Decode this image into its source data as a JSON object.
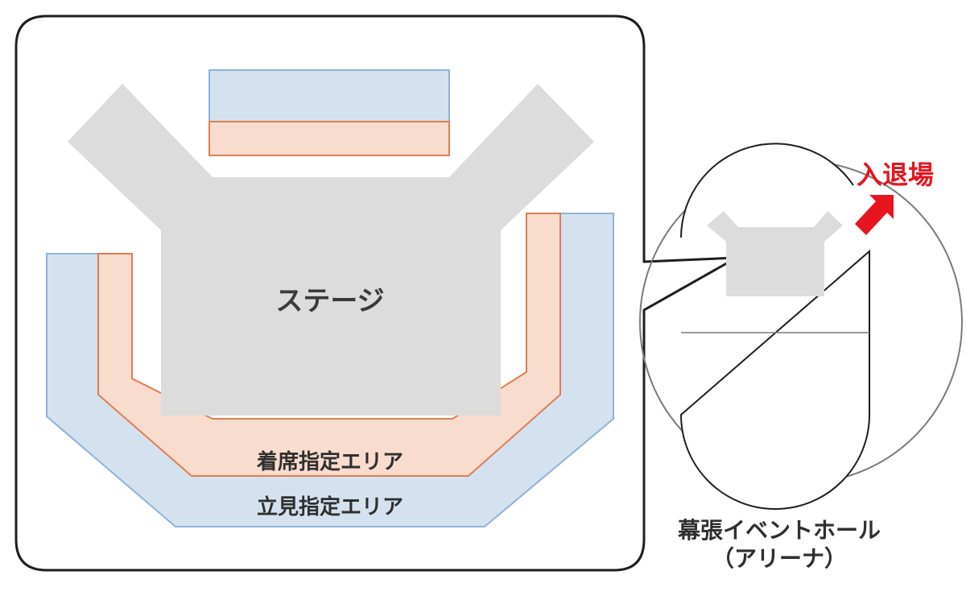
{
  "labels": {
    "stage": "ステージ",
    "seated_area": "着席指定エリア",
    "standing_area": "立見指定エリア",
    "entrance_exit": "入退場",
    "hall_name": "幕張イベントホール",
    "hall_sub": "（アリーナ）"
  },
  "colors": {
    "stage_fill": "#dcdcdc",
    "seated_fill": "#f8dccd",
    "seated_stroke": "#e37c52",
    "standing_fill": "#d4e2ef",
    "standing_stroke": "#8fb3d8",
    "frame_stroke": "#1e1e1e",
    "exit_red": "#e8141e"
  }
}
